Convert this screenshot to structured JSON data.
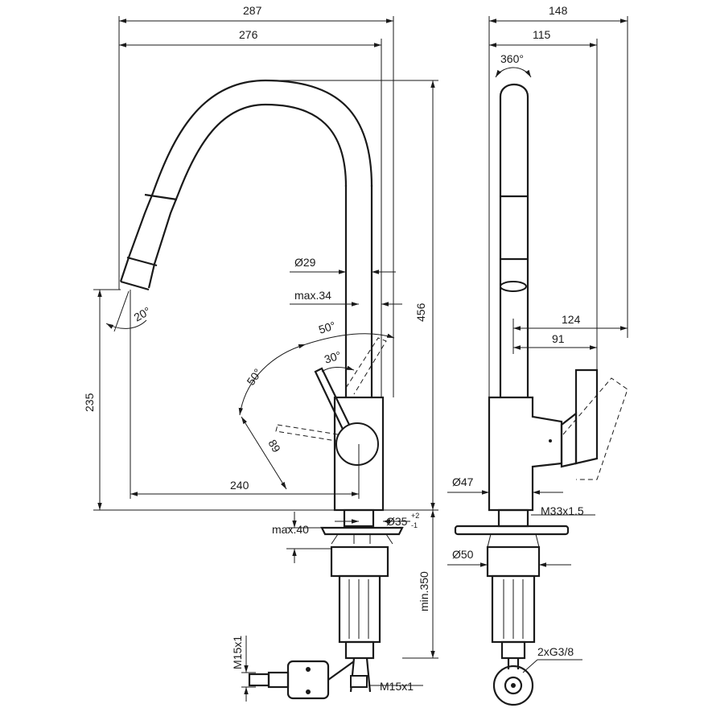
{
  "front_view": {
    "dim_287": "287",
    "dim_276": "276",
    "dim_456": "456",
    "dim_235": "235",
    "dim_240": "240",
    "dim_89": "89",
    "angle_20": "20°",
    "angle_50_top": "50°",
    "angle_30": "30°",
    "angle_50_left": "50°",
    "dia_29": "Ø29",
    "max_34": "max.34",
    "dia_35": "Ø35",
    "tol_plus": "+2",
    "tol_minus": "-1",
    "max_40": "max.40",
    "min_350": "min.350",
    "m15_vertical": "M15x1",
    "m15_horizontal": "M15x1"
  },
  "side_view": {
    "dim_148": "148",
    "dim_115": "115",
    "rotation_360": "360°",
    "dim_124": "124",
    "dim_91": "91",
    "dia_47": "Ø47",
    "thread_m33": "M33x1.5",
    "dia_50": "Ø50",
    "g38": "2xG3/8"
  }
}
